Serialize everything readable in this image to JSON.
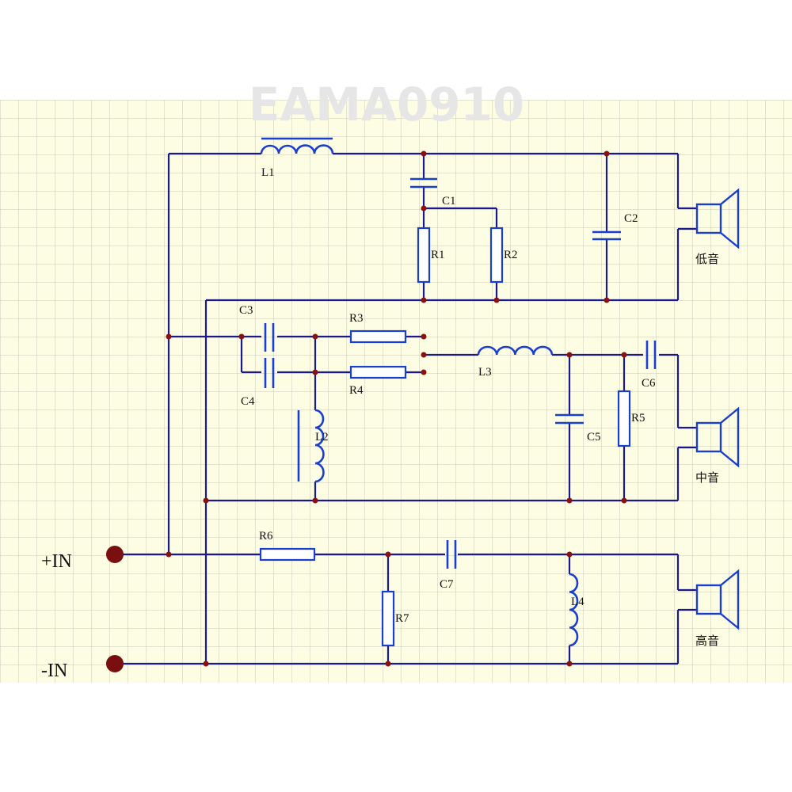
{
  "watermark": "EAMA0910",
  "colors": {
    "grid_bg": "#fdfde3",
    "grid_line": "#c9c9bd",
    "wire": "#1a1a8a",
    "component": "#1a3fd0",
    "junction": "#8b1010"
  },
  "inputs": {
    "positive": "+IN",
    "negative": "-IN"
  },
  "speakers": {
    "woofer": "低音",
    "midrange": "中音",
    "tweeter": "高音"
  },
  "components": {
    "L1": "L1",
    "L2": "L2",
    "L3": "L3",
    "L4": "L4",
    "C1": "C1",
    "C2": "C2",
    "C3": "C3",
    "C4": "C4",
    "C5": "C5",
    "C6": "C6",
    "C7": "C7",
    "R1": "R1",
    "R2": "R2",
    "R3": "R3",
    "R4": "R4",
    "R5": "R5",
    "R6": "R6",
    "R7": "R7"
  }
}
